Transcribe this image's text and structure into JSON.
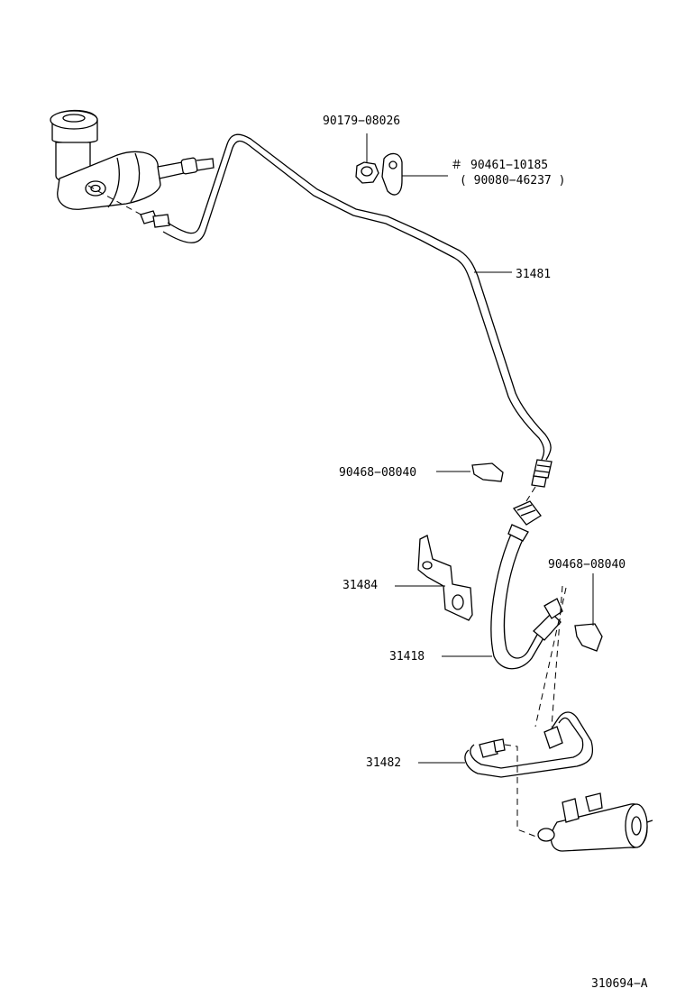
{
  "labels": {
    "p90179": "90179−08026",
    "hash_mark": "＃",
    "p90461": "90461−10185",
    "p90080": "( 90080−46237 )",
    "p31481": "31481",
    "p90468_a": "90468−08040",
    "p90468_b": "90468−08040",
    "p31484": "31484",
    "p31418": "31418",
    "p31482": "31482",
    "figure_id": "310694−A"
  }
}
